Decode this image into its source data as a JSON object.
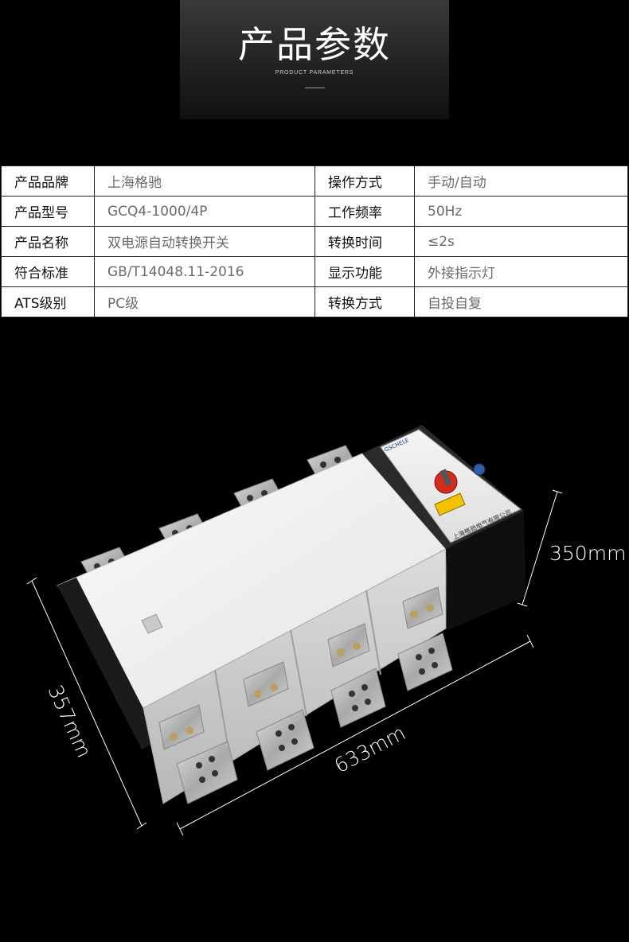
{
  "header": {
    "title": "产品参数",
    "subtitle": "PRODUCT PARAMETERS"
  },
  "spec_table": [
    {
      "k1": "产品品牌",
      "v1": "上海格驰",
      "k2": "操作方式",
      "v2": "手动/自动"
    },
    {
      "k1": "产品型号",
      "v1": "GCQ4-1000/4P",
      "k2": "工作频率",
      "v2": "50Hz"
    },
    {
      "k1": "产品名称",
      "v1": "双电源自动转换开关",
      "k2": "转换时间",
      "v2": "≤2s"
    },
    {
      "k1": "符合标准",
      "v1": "GB/T14048.11-2016",
      "k2": "显示功能",
      "v2": "外接指示灯"
    },
    {
      "k1": "ATS级别",
      "v1": "PC级",
      "k2": "转换方式",
      "v2": "自投自复"
    }
  ],
  "product": {
    "brand_label": "GSCHELE",
    "company_label": "上海格驰电气有限公司",
    "dimensions": {
      "height": "350mm",
      "depth": "357mm",
      "width": "633mm"
    }
  },
  "colors": {
    "background": "#000000",
    "table_border": "#222222",
    "body_white": "#f2f2f2",
    "handle_red": "#d52b1e",
    "warning_yellow": "#f2c200"
  }
}
